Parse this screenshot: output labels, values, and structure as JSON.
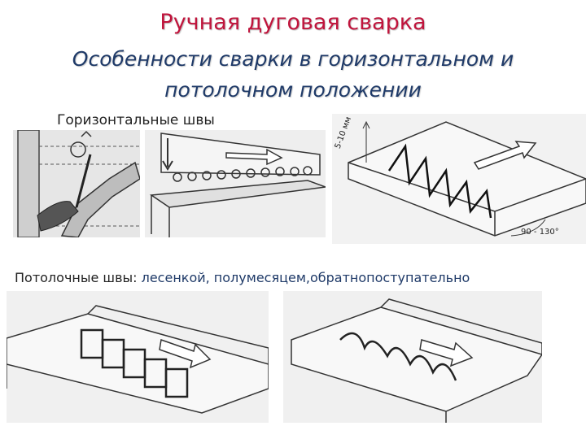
{
  "slide": {
    "title": "Ручная дуговая сварка",
    "subtitle": "Особенности сварки в горизонтальном и потолочном положении",
    "section_horizontal": "Горизонтальные швы",
    "section_overhead_label": "Потолочные швы:",
    "section_overhead_methods": " лесенкой, полумесяцем,обратнопоступательно"
  },
  "figures": {
    "gap_label": "5-10 мм",
    "angle_label": "90 - 130°"
  },
  "colors": {
    "title": "#c0143c",
    "subtitle": "#1f3a68",
    "photo_bg": "#ececec"
  }
}
